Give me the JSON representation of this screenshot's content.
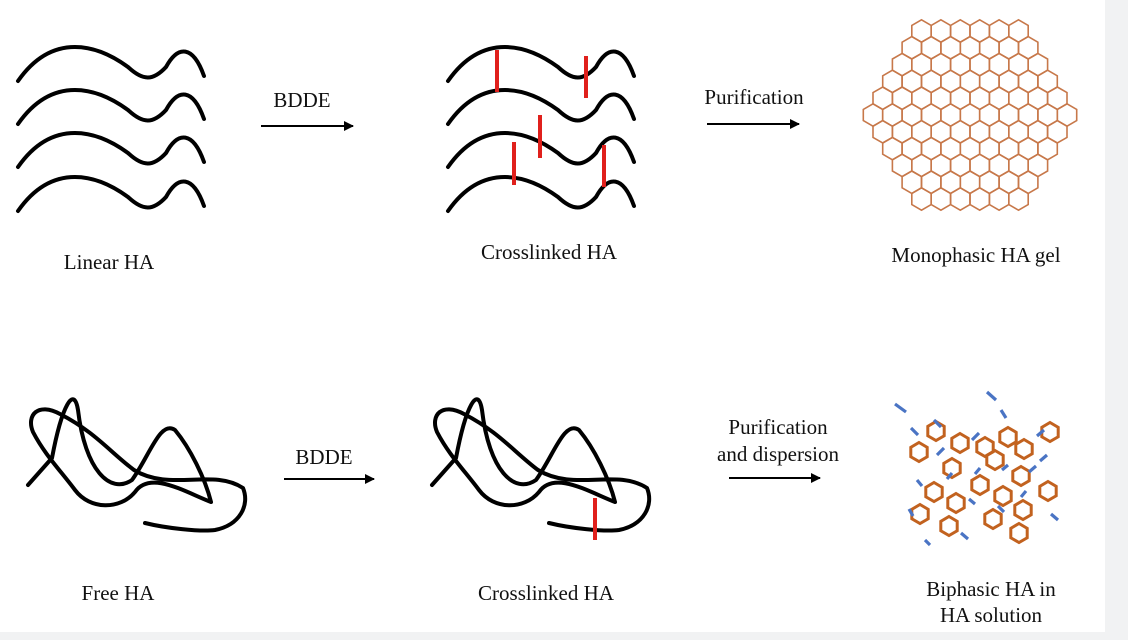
{
  "top_row": {
    "label_linear": "Linear HA",
    "arrow1_label": "BDDE",
    "label_crosslinked": "Crosslinked HA",
    "arrow2_label": "Purification",
    "label_monophasic": "Monophasic HA gel"
  },
  "bottom_row": {
    "label_free": "Free HA",
    "arrow1_label": "BDDE",
    "label_crosslinked": "Crosslinked HA",
    "arrow2_label_line1": "Purification",
    "arrow2_label_line2": "and dispersion",
    "label_biphasic_line1": "Biphasic HA in",
    "label_biphasic_line2": "HA solution"
  },
  "colors": {
    "chain": "#000000",
    "crosslink": "#e0201c",
    "hexagon": "#c7784a",
    "particle_hexagon": "#c2621f",
    "free_chain_dash": "#4a74c4"
  }
}
